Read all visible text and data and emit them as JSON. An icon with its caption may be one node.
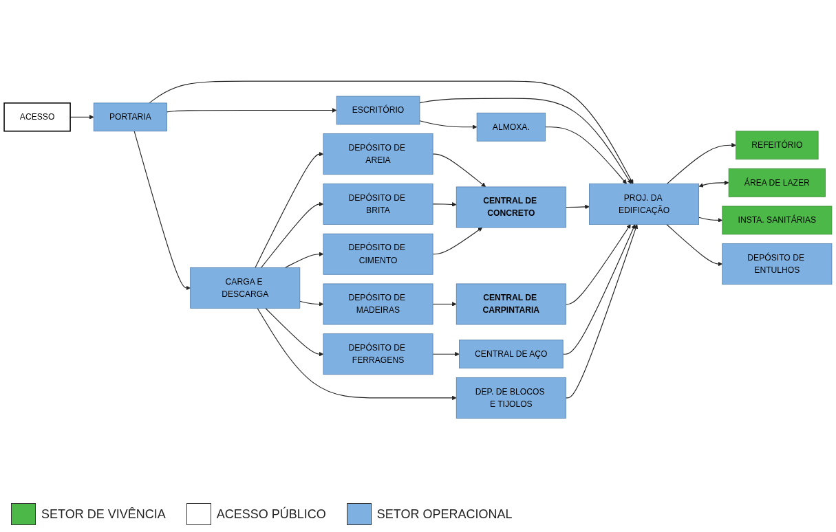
{
  "diagram": {
    "nodes": [
      {
        "text": [
          "ACESSO"
        ]
      },
      {
        "text": [
          "PORTARIA"
        ]
      },
      {
        "text": [
          "ESCRITÓRIO"
        ]
      },
      {
        "text": [
          "ALMOXA."
        ]
      },
      {
        "text": [
          "CARGA E DESCARGA"
        ]
      },
      {
        "text": [
          "REFEITÓRIO"
        ]
      },
      {
        "text": [
          "ÁREA DE LAZER"
        ]
      },
      {
        "text": [
          "INSTA. SANITÁRIAS"
        ]
      },
      {
        "text": [
          "PROJ. DA EDIFICAÇÃO"
        ]
      },
      {
        "text": [
          "DEPÓSITO DE ENTULHOS"
        ]
      },
      {
        "text": [
          "CENTRAL DE CONCRETO"
        ]
      },
      {
        "text": [
          "CENTRAL DE CARPINTARIA"
        ]
      },
      {
        "text": [
          "CENTRAL DE AÇO"
        ]
      },
      {
        "text": [
          "DEP. DE BLOCOS E TIJOLOS"
        ]
      },
      {
        "text": [
          "DEPÓSITO DE FERRAGENS"
        ]
      },
      {
        "text": [
          "DEPÓSITO DE MADEIRAS"
        ]
      },
      {
        "text": [
          "DEPÓSITO DE AREIA"
        ]
      },
      {
        "text": [
          "DEPÓSITO DE BRITA"
        ]
      },
      {
        "text": [
          "DEPÓSITO DE CIMENTO"
        ]
      }
    ],
    "edges": [
      {
        "from": 0,
        "to": 1,
        "arrow": "to"
      },
      {
        "from": 1,
        "to": 8,
        "arrow": "to"
      },
      {
        "from": 1,
        "to": 2,
        "arrow": "to"
      },
      {
        "from": 1,
        "to": 4,
        "arrow": "to"
      },
      {
        "from": 2,
        "to": 8,
        "arrow": "to"
      },
      {
        "from": 2,
        "to": 3,
        "arrow": "to"
      },
      {
        "from": 3,
        "to": 8,
        "arrow": "to"
      },
      {
        "from": 8,
        "to": 5,
        "arrow": "to"
      },
      {
        "from": 8,
        "to": 6,
        "arrow": "both"
      },
      {
        "from": 8,
        "to": 7,
        "arrow": "to"
      },
      {
        "from": 8,
        "to": 9,
        "arrow": "to"
      },
      {
        "from": 10,
        "to": 8,
        "arrow": "to"
      },
      {
        "from": 11,
        "to": 8,
        "arrow": "to"
      },
      {
        "from": 12,
        "to": 8,
        "arrow": "to"
      },
      {
        "from": 13,
        "to": 8,
        "arrow": "to"
      },
      {
        "from": 4,
        "to": 13,
        "arrow": "to"
      },
      {
        "from": 4,
        "to": 14,
        "arrow": "to"
      },
      {
        "from": 4,
        "to": 15,
        "arrow": "to"
      },
      {
        "from": 4,
        "to": 16,
        "arrow": "to"
      },
      {
        "from": 4,
        "to": 17,
        "arrow": "to"
      },
      {
        "from": 4,
        "to": 18,
        "arrow": "to"
      },
      {
        "from": 14,
        "to": 12,
        "arrow": "to"
      },
      {
        "from": 15,
        "to": 11,
        "arrow": "to"
      },
      {
        "from": 16,
        "to": 10,
        "arrow": "to"
      },
      {
        "from": 17,
        "to": 10,
        "arrow": "to"
      },
      {
        "from": 18,
        "to": 10,
        "arrow": "to"
      }
    ],
    "legend": [
      {
        "text": "SETOR DE VIVÊNCIA",
        "color": "#4cb848"
      },
      {
        "text": "ACESSO PÚBLICO",
        "color": "#ffffff"
      },
      {
        "text": "SETOR OPERACIONAL",
        "color": "#7eb0e2"
      }
    ]
  }
}
